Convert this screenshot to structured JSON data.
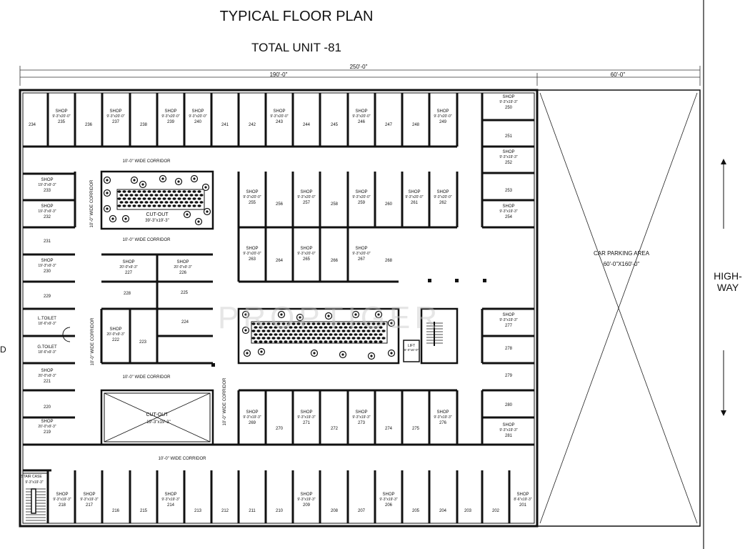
{
  "header": {
    "title": "TYPICAL FLOOR PLAN",
    "subtitle": "TOTAL UNIT  -81"
  },
  "dimensions": {
    "overall": "250'-0\"",
    "building": "190'-0\"",
    "parking": "60'-0\""
  },
  "corridor_label": "10'-0\" WIDE CORRIDOR",
  "cutout_1": {
    "name": "CUT-OUT",
    "size": "39'-3\"x19'-3\""
  },
  "cutout_2": {
    "name": "CUT-OUT",
    "size": "19'-3\"x19'-3\""
  },
  "parking": {
    "name": "CAR PARKING AREA",
    "size": "60'-0\"X160'-0\""
  },
  "highway": "HIGH-\nWAY",
  "edge_text": "D",
  "watermark": "PROPTIGER",
  "lift": {
    "name": "LIFT",
    "size": "6'-0\"x6'-0\""
  },
  "staircase": {
    "name": "STAIR CASE",
    "size": "9'-3\"x19'-3\""
  },
  "top_row": [
    {
      "no": "234",
      "label": "",
      "size": ""
    },
    {
      "no": "235",
      "label": "SHOP",
      "size": "9'-3\"x20'-0\""
    },
    {
      "no": "236",
      "label": "",
      "size": ""
    },
    {
      "no": "237",
      "label": "SHOP",
      "size": "9'-3\"x20'-0\""
    },
    {
      "no": "238",
      "label": "",
      "size": ""
    },
    {
      "no": "239",
      "label": "SHOP",
      "size": "9'-3\"x20'-0\""
    },
    {
      "no": "240",
      "label": "SHOP",
      "size": "9'-3\"x20'-0\""
    },
    {
      "no": "241",
      "label": "",
      "size": ""
    },
    {
      "no": "242",
      "label": "",
      "size": ""
    },
    {
      "no": "243",
      "label": "SHOP",
      "size": "9'-3\"x20'-0\""
    },
    {
      "no": "244",
      "label": "",
      "size": ""
    },
    {
      "no": "245",
      "label": "",
      "size": ""
    },
    {
      "no": "246",
      "label": "SHOP",
      "size": "9'-3\"x20'-0\""
    },
    {
      "no": "247",
      "label": "",
      "size": ""
    },
    {
      "no": "248",
      "label": "",
      "size": ""
    },
    {
      "no": "249",
      "label": "SHOP",
      "size": "9'-3\"x20'-0\""
    }
  ],
  "bottom_row": [
    {
      "no": "218",
      "label": "SHOP",
      "size": "9'-3\"x19'-3\""
    },
    {
      "no": "217",
      "label": "SHOP",
      "size": "9'-3\"x19'-3\""
    },
    {
      "no": "216",
      "label": "",
      "size": ""
    },
    {
      "no": "215",
      "label": "",
      "size": ""
    },
    {
      "no": "214",
      "label": "SHOP",
      "size": "9'-3\"x19'-3\""
    },
    {
      "no": "213",
      "label": "",
      "size": ""
    },
    {
      "no": "212",
      "label": "",
      "size": ""
    },
    {
      "no": "211",
      "label": "",
      "size": ""
    },
    {
      "no": "210",
      "label": "",
      "size": ""
    },
    {
      "no": "209",
      "label": "SHOP",
      "size": "9'-3\"x19'-3\""
    },
    {
      "no": "208",
      "label": "",
      "size": ""
    },
    {
      "no": "207",
      "label": "",
      "size": ""
    },
    {
      "no": "206",
      "label": "SHOP",
      "size": "9'-3\"x19'-3\""
    },
    {
      "no": "205",
      "label": "",
      "size": ""
    },
    {
      "no": "204",
      "label": "",
      "size": ""
    },
    {
      "no": "203",
      "label": "",
      "size": ""
    },
    {
      "no": "202",
      "label": "",
      "size": ""
    },
    {
      "no": "201",
      "label": "SHOP",
      "size": "8'-6\"x19'-3\""
    }
  ],
  "right_column": [
    {
      "no": "250",
      "label": "SHOP",
      "size": "9'-3\"x19'-3\""
    },
    {
      "no": "251",
      "label": "",
      "size": ""
    },
    {
      "no": "252",
      "label": "SHOP",
      "size": "9'-3\"x19'-3\""
    },
    {
      "no": "253",
      "label": "",
      "size": ""
    },
    {
      "no": "254",
      "label": "SHOP",
      "size": "9'-3\"x19'-3\""
    },
    {
      "no": "277",
      "label": "SHOP",
      "size": "9'-3\"x19'-3\""
    },
    {
      "no": "278",
      "label": "",
      "size": ""
    },
    {
      "no": "279",
      "label": "",
      "size": ""
    },
    {
      "no": "280",
      "label": "",
      "size": ""
    },
    {
      "no": "281",
      "label": "SHOP",
      "size": "9'-3\"x19'-3\""
    }
  ],
  "left_column": [
    {
      "no": "233",
      "label": "SHOP",
      "size": "19'-3\"x9'-3\""
    },
    {
      "no": "232",
      "label": "SHOP",
      "size": "19'-3\"x9'-3\""
    },
    {
      "no": "231",
      "label": "",
      "size": ""
    },
    {
      "no": "230",
      "label": "SHOP",
      "size": "19'-3\"x9'-3\""
    },
    {
      "no": "229",
      "label": "",
      "size": ""
    },
    {
      "no": "",
      "label": "L.TOILET",
      "size": "18'-6\"x9'-3\""
    },
    {
      "no": "",
      "label": "G.TOILET",
      "size": "18'-6\"x9'-3\""
    },
    {
      "no": "221",
      "label": "SHOP",
      "size": "20'-0\"x9'-3\""
    },
    {
      "no": "220",
      "label": "",
      "size": ""
    },
    {
      "no": "219",
      "label": "SHOP",
      "size": "20'-0\"x9'-3\""
    }
  ],
  "mid_upper_row": [
    {
      "no": "255",
      "label": "SHOP",
      "size": "9'-3\"x20'-0\""
    },
    {
      "no": "256",
      "label": "",
      "size": ""
    },
    {
      "no": "257",
      "label": "SHOP",
      "size": "9'-3\"x20'-0\""
    },
    {
      "no": "258",
      "label": "",
      "size": ""
    },
    {
      "no": "259",
      "label": "SHOP",
      "size": "9'-3\"x20'-0\""
    },
    {
      "no": "260",
      "label": "",
      "size": ""
    },
    {
      "no": "261",
      "label": "SHOP",
      "size": "9'-3\"x20'-0\""
    },
    {
      "no": "262",
      "label": "SHOP",
      "size": "9'-3\"x20'-0\""
    }
  ],
  "mid_second_row": [
    {
      "no": "263",
      "label": "SHOP",
      "size": "9'-3\"x20'-0\""
    },
    {
      "no": "264",
      "label": "",
      "size": ""
    },
    {
      "no": "265",
      "label": "SHOP",
      "size": "9'-3\"x20'-0\""
    },
    {
      "no": "266",
      "label": "",
      "size": ""
    },
    {
      "no": "267",
      "label": "SHOP",
      "size": "9'-3\"x20'-0\""
    },
    {
      "no": "268",
      "label": "",
      "size": ""
    }
  ],
  "mid_lower_row": [
    {
      "no": "269",
      "label": "SHOP",
      "size": "9'-3\"x19'-3\""
    },
    {
      "no": "270",
      "label": "",
      "size": ""
    },
    {
      "no": "271",
      "label": "SHOP",
      "size": "9'-3\"x19'-3\""
    },
    {
      "no": "272",
      "label": "",
      "size": ""
    },
    {
      "no": "273",
      "label": "SHOP",
      "size": "9'-3\"x19'-3\""
    },
    {
      "no": "274",
      "label": "",
      "size": ""
    },
    {
      "no": "275",
      "label": "",
      "size": ""
    },
    {
      "no": "276",
      "label": "SHOP",
      "size": "9'-3\"x19'-3\""
    }
  ],
  "inner_units": [
    {
      "no": "227",
      "label": "SHOP",
      "size": "20'-0\"x9'-3\""
    },
    {
      "no": "226",
      "label": "SHOP",
      "size": "20'-0\"x9'-3\""
    },
    {
      "no": "228",
      "label": "",
      "size": ""
    },
    {
      "no": "225",
      "label": "",
      "size": ""
    },
    {
      "no": "222",
      "label": "SHOP",
      "size": "20'-0\"x9'-3\""
    },
    {
      "no": "223",
      "label": "",
      "size": ""
    },
    {
      "no": "224",
      "label": "",
      "size": ""
    }
  ]
}
